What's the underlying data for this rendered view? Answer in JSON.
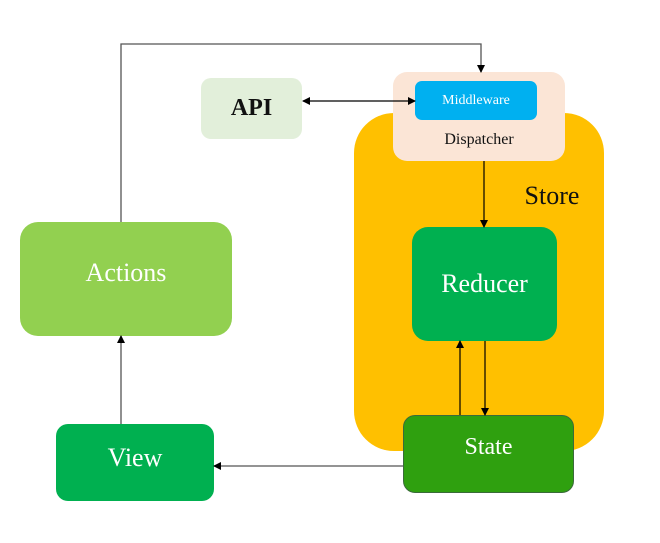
{
  "diagram": {
    "store": {
      "label": "Store",
      "color": "#ffc000"
    },
    "dispatcher": {
      "label": "Dispatcher",
      "color": "#fbe5d6"
    },
    "middleware": {
      "label": "Middleware",
      "color": "#00b0f0"
    },
    "api": {
      "label": "API",
      "color": "#e2efda"
    },
    "reducer": {
      "label": "Reducer",
      "color": "#00b050"
    },
    "state": {
      "label": "State",
      "color": "#2fa00f"
    },
    "actions": {
      "label": "Actions",
      "color": "#92d050"
    },
    "view": {
      "label": "View",
      "color": "#00b050"
    },
    "edges": [
      {
        "from": "actions",
        "to": "middleware",
        "kind": "single-arrow"
      },
      {
        "from": "api",
        "to": "middleware",
        "kind": "double-arrow"
      },
      {
        "from": "dispatcher",
        "to": "reducer",
        "kind": "single-arrow"
      },
      {
        "from": "reducer",
        "to": "state",
        "kind": "single-arrow"
      },
      {
        "from": "state",
        "to": "reducer",
        "kind": "single-arrow"
      },
      {
        "from": "state",
        "to": "view",
        "kind": "single-arrow"
      },
      {
        "from": "view",
        "to": "actions",
        "kind": "single-arrow"
      }
    ]
  }
}
